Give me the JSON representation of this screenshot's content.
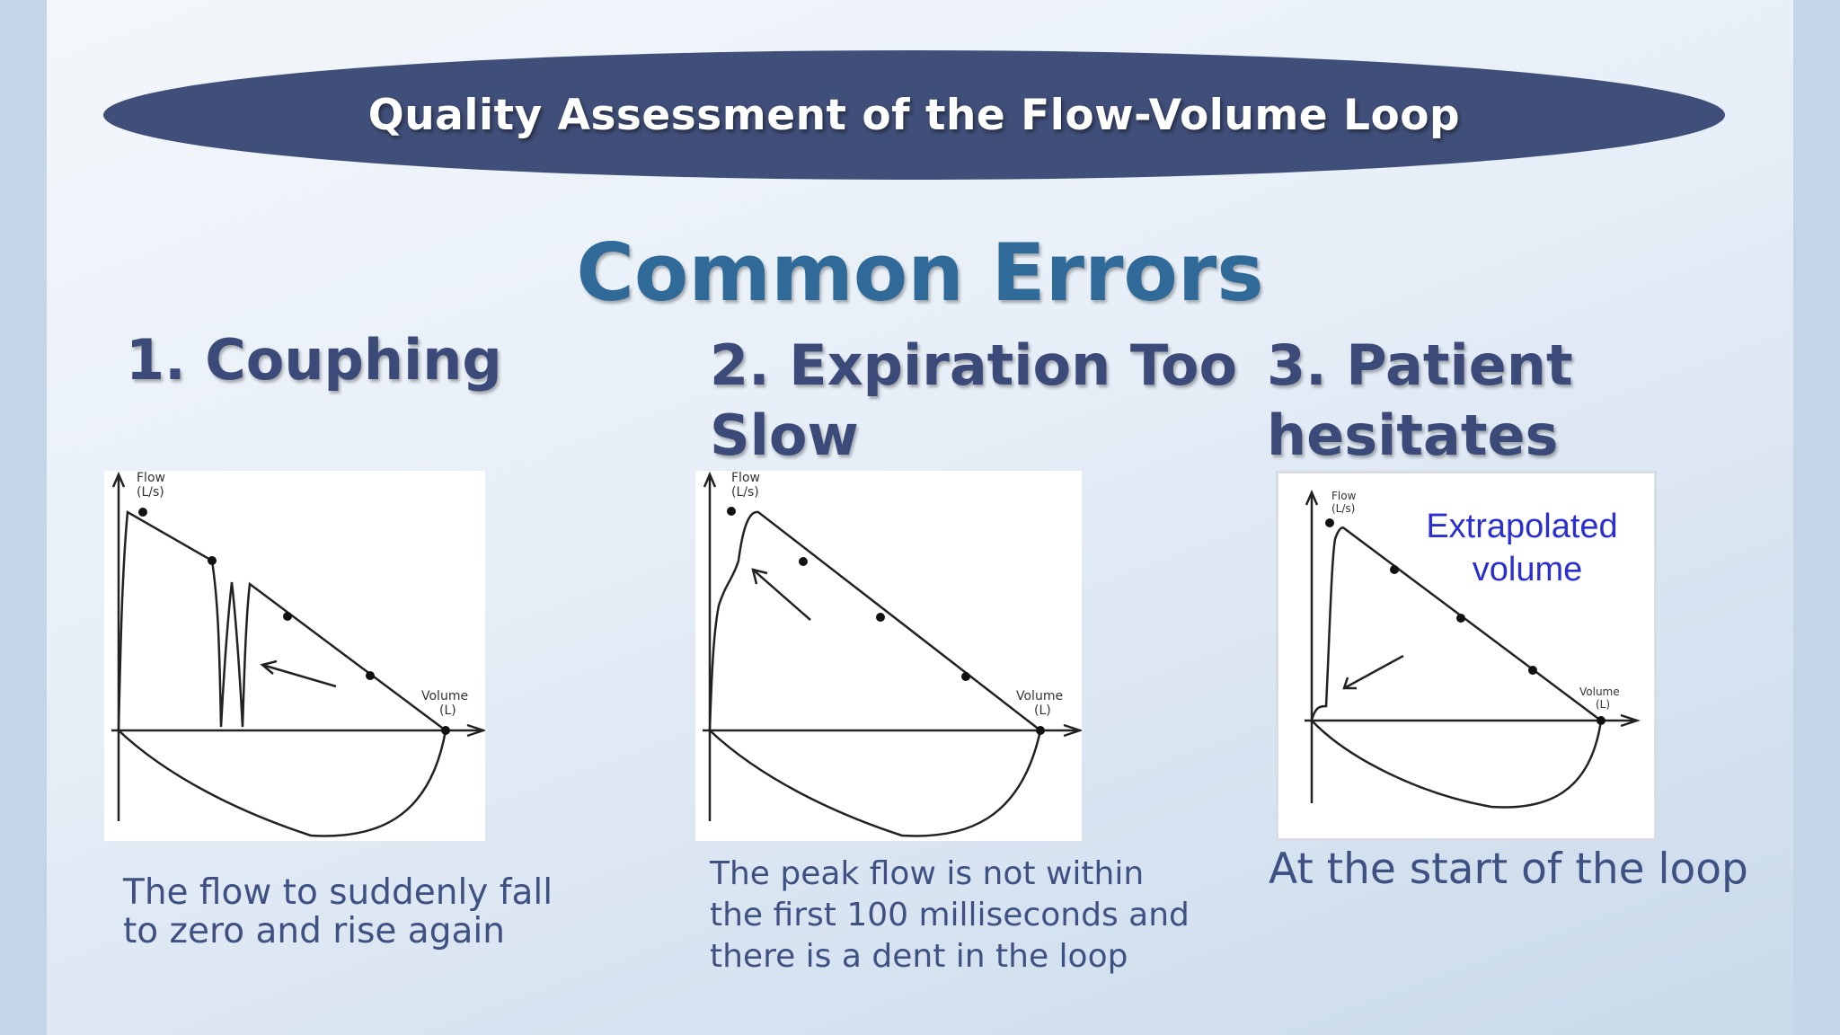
{
  "banner": {
    "title": "Quality Assessment of the Flow-Volume Loop"
  },
  "heading": "Common Errors",
  "columns": [
    {
      "title": "1.  Couphing",
      "description_lines": [
        "The flow to suddenly fall",
        "to zero and rise again"
      ]
    },
    {
      "title_lines": [
        "2. Expiration Too",
        "Slow"
      ],
      "description_lines": [
        "The peak flow is not within",
        "the first 100 milliseconds and",
        "there is a dent in the loop"
      ]
    },
    {
      "title": "3. Patient hesitates",
      "annotation_lines": [
        "Extrapolated",
        "volume"
      ],
      "description": "At the start of the loop"
    }
  ],
  "axis_labels": {
    "flow": [
      "Flow",
      "(L/s)"
    ],
    "volume": [
      "Volume",
      "(L)"
    ]
  },
  "colors": {
    "banner": "#404f79",
    "heading": "#2f6a98",
    "column_title": "#3b4a78",
    "description": "#3f5183",
    "annotation": "#2b2fd0"
  }
}
